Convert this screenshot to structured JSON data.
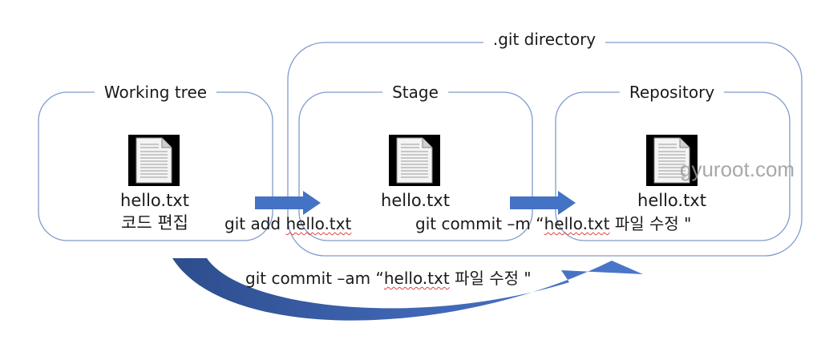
{
  "boxes": {
    "git_directory": {
      "title": ".git directory"
    },
    "working_tree": {
      "title": "Working tree",
      "file": "hello.txt",
      "caption": "코드 편집"
    },
    "stage": {
      "title": "Stage",
      "file": "hello.txt"
    },
    "repository": {
      "title": "Repository",
      "file": "hello.txt"
    }
  },
  "commands": {
    "add": {
      "prefix": "git add ",
      "file": "hello.txt"
    },
    "commit": {
      "prefix": "git commit –m “",
      "file": "hello.txt",
      "suffix": " 파일 수정 \""
    },
    "commit_all": {
      "prefix": "git commit –am “",
      "file": "hello.txt",
      "suffix": " 파일 수정 \""
    }
  },
  "icons": [
    "file-icon",
    "right-arrow-icon",
    "curved-arrow-icon"
  ],
  "colors": {
    "box_border": "#7f9bcc",
    "arrow_fill": "#4472c4",
    "arrow_dark": "#2e4f8f"
  },
  "watermark": "gyuroot.com"
}
